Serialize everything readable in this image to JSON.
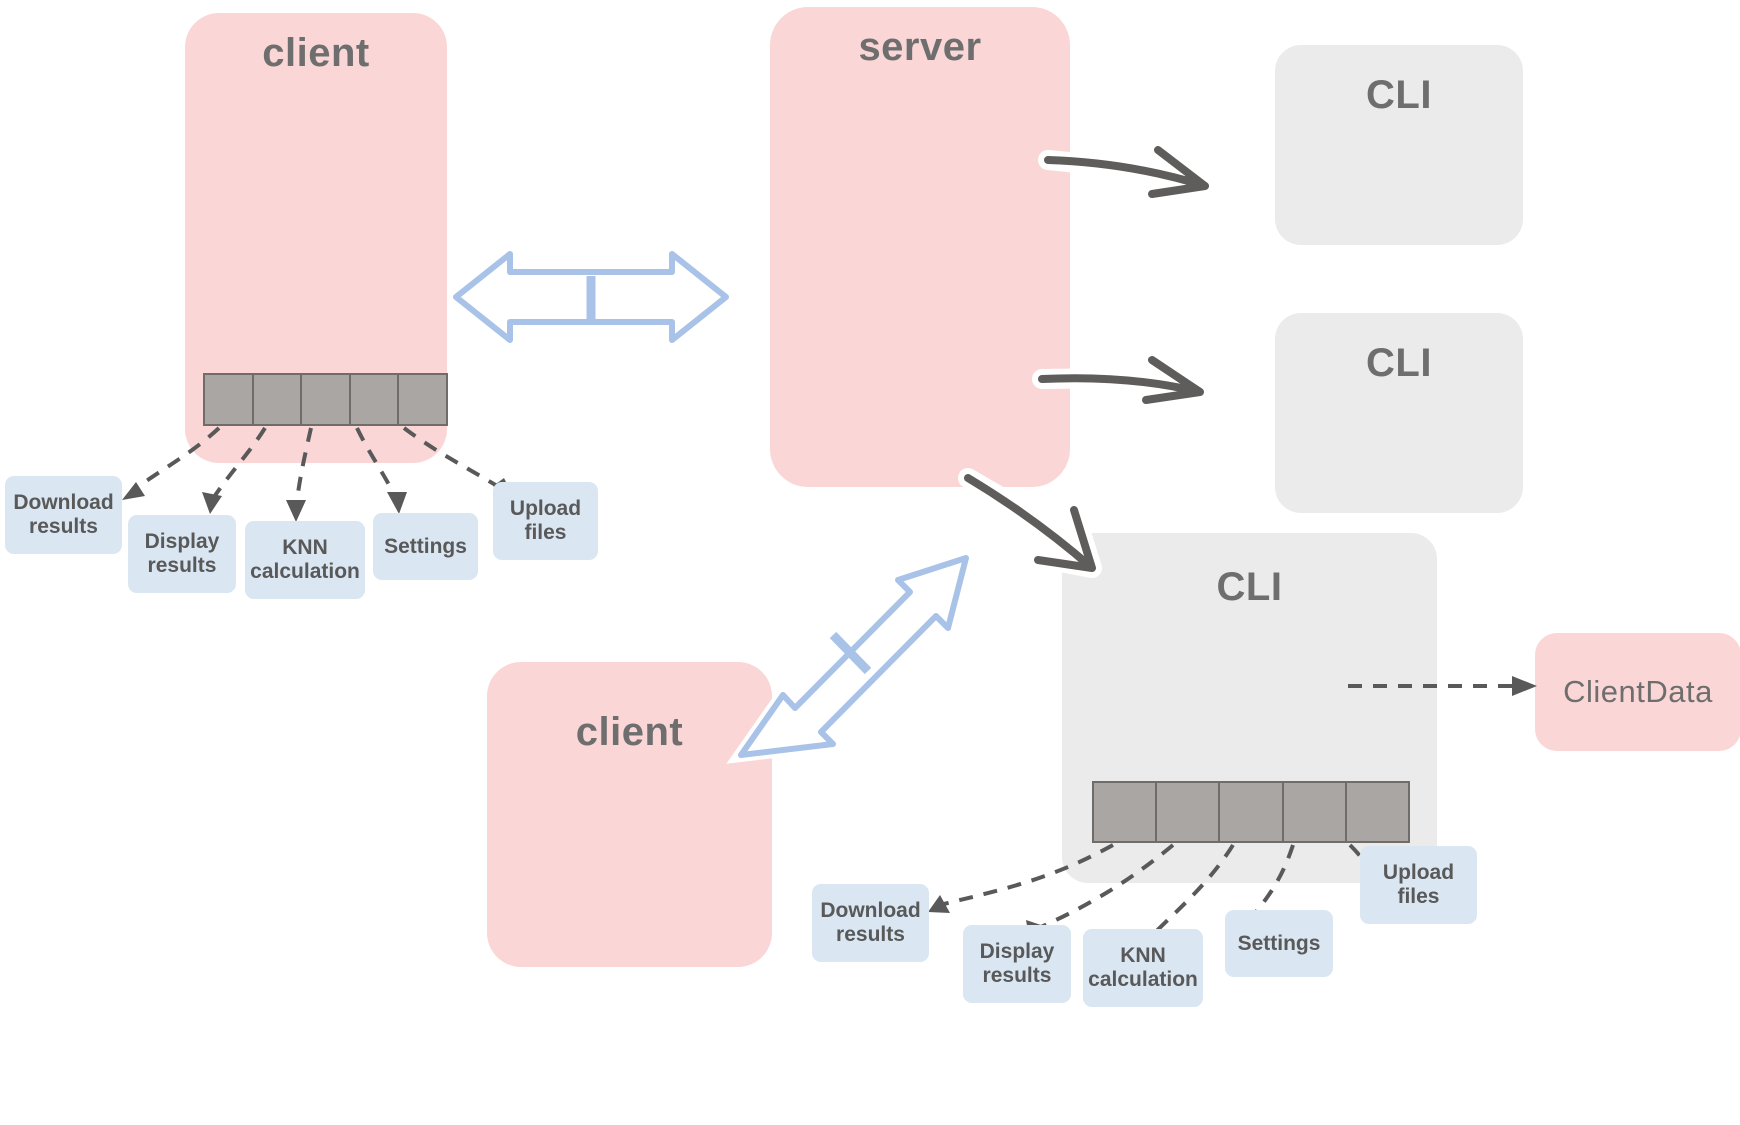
{
  "diagram": {
    "title": "Client-server architecture with CLI instances",
    "colors": {
      "pink": "#fbd6d6",
      "gray": "#ebebeb",
      "chip_blue": "#dae6f2",
      "toolbar_gray": "#a9a6a4",
      "toolbar_border": "#6f6c6a",
      "text_gray": "#6e6e6e",
      "pencil_arrow": "#5f5d5b",
      "block_arrow": "#a9c2e8"
    }
  },
  "nodes": {
    "client_top": {
      "label": "client"
    },
    "server": {
      "label": "server"
    },
    "client_bottom": {
      "label": "client"
    },
    "cli_1": {
      "label": "CLI"
    },
    "cli_2": {
      "label": "CLI"
    },
    "cli_3": {
      "label": "CLI"
    },
    "client_data": {
      "label": "ClientData"
    }
  },
  "toolbars": {
    "client_toolbar": {
      "cells": 5
    },
    "cli_toolbar": {
      "cells": 5
    }
  },
  "client_features": [
    {
      "label": "Download\nresults"
    },
    {
      "label": "Display\nresults"
    },
    {
      "label": "KNN\ncalculation"
    },
    {
      "label": "Settings"
    },
    {
      "label": "Upload\nfiles"
    }
  ],
  "cli_features": [
    {
      "label": "Download\nresults"
    },
    {
      "label": "Display\nresults"
    },
    {
      "label": "KNN\ncalculation"
    },
    {
      "label": "Settings"
    },
    {
      "label": "Upload\nfiles"
    }
  ],
  "connectors": {
    "client_server": {
      "kind": "double-block-arrow"
    },
    "server_client_bottom": {
      "kind": "double-block-arrow"
    },
    "server_cli_1": {
      "kind": "pencil-arrow"
    },
    "server_cli_2": {
      "kind": "pencil-arrow"
    },
    "server_cli_3": {
      "kind": "pencil-arrow"
    },
    "cli_clientdata": {
      "kind": "dashed-arrow"
    }
  }
}
